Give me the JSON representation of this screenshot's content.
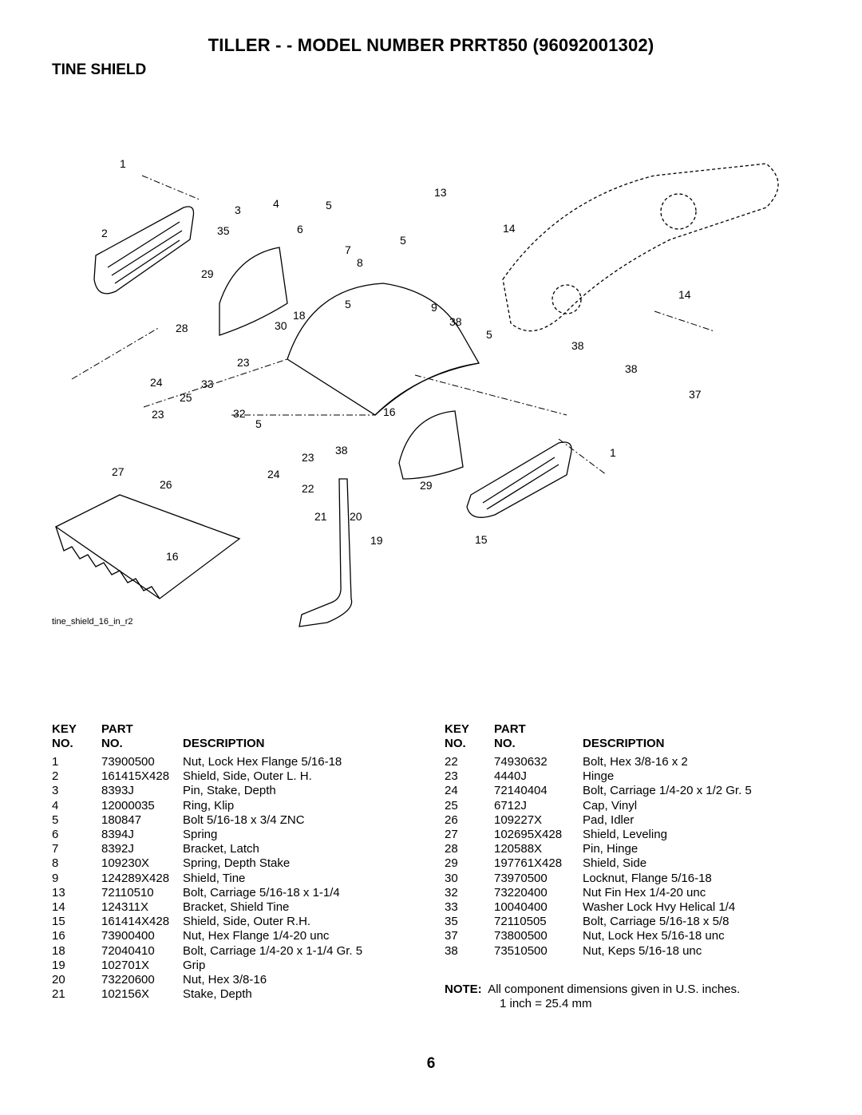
{
  "header": {
    "title": "TILLER - - MODEL NUMBER  PRRT850  (96092001302)",
    "section": "TINE SHIELD"
  },
  "diagram": {
    "caption": "tine_shield_16_in_r2",
    "callouts": [
      "1",
      "2",
      "3",
      "4",
      "5",
      "35",
      "6",
      "7",
      "8",
      "5",
      "29",
      "18",
      "5",
      "9",
      "28",
      "30",
      "23",
      "24",
      "33",
      "25",
      "32",
      "5",
      "23",
      "16",
      "23",
      "38",
      "27",
      "26",
      "24",
      "22",
      "21",
      "20",
      "19",
      "16",
      "13",
      "14",
      "14",
      "38",
      "5",
      "38",
      "38",
      "37",
      "1",
      "29",
      "15"
    ]
  },
  "table_headers": {
    "key": "KEY",
    "no": "NO.",
    "part": "PART",
    "part_no": "NO.",
    "description": "DESCRIPTION"
  },
  "parts_left": [
    {
      "key": "1",
      "part": "73900500",
      "desc": "Nut, Lock Hex Flange  5/16-18"
    },
    {
      "key": "2",
      "part": "161415X428",
      "desc": "Shield, Side, Outer L. H."
    },
    {
      "key": "3",
      "part": "8393J",
      "desc": "Pin, Stake, Depth"
    },
    {
      "key": "4",
      "part": "12000035",
      "desc": "Ring, Klip"
    },
    {
      "key": "5",
      "part": "180847",
      "desc": "Bolt 5/16-18 x 3/4 ZNC"
    },
    {
      "key": "6",
      "part": "8394J",
      "desc": "Spring"
    },
    {
      "key": "7",
      "part": "8392J",
      "desc": "Bracket, Latch"
    },
    {
      "key": "8",
      "part": "109230X",
      "desc": "Spring, Depth Stake"
    },
    {
      "key": "9",
      "part": "124289X428",
      "desc": "Shield, Tine"
    },
    {
      "key": "13",
      "part": "72110510",
      "desc": "Bolt, Carriage  5/16-18 x 1-1/4"
    },
    {
      "key": "14",
      "part": "124311X",
      "desc": "Bracket, Shield Tine"
    },
    {
      "key": "15",
      "part": "161414X428",
      "desc": "Shield, Side, Outer R.H."
    },
    {
      "key": "16",
      "part": "73900400",
      "desc": "Nut, Hex Flange 1/4-20 unc"
    },
    {
      "key": "18",
      "part": "72040410",
      "desc": "Bolt, Carriage  1/4-20 x 1-1/4 Gr. 5"
    },
    {
      "key": "19",
      "part": "102701X",
      "desc": "Grip"
    },
    {
      "key": "20",
      "part": "73220600",
      "desc": "Nut, Hex  3/8-16"
    },
    {
      "key": "21",
      "part": "102156X",
      "desc": "Stake, Depth"
    }
  ],
  "parts_right": [
    {
      "key": "22",
      "part": "74930632",
      "desc": "Bolt, Hex  3/8-16 x 2"
    },
    {
      "key": "23",
      "part": "4440J",
      "desc": "Hinge"
    },
    {
      "key": "24",
      "part": "72140404",
      "desc": "Bolt, Carriage  1/4-20 x 1/2 Gr. 5"
    },
    {
      "key": "25",
      "part": "6712J",
      "desc": "Cap, Vinyl"
    },
    {
      "key": "26",
      "part": "109227X",
      "desc": "Pad, Idler"
    },
    {
      "key": "27",
      "part": "102695X428",
      "desc": "Shield, Leveling"
    },
    {
      "key": "28",
      "part": "120588X",
      "desc": "Pin, Hinge"
    },
    {
      "key": "29",
      "part": "197761X428",
      "desc": "Shield, Side"
    },
    {
      "key": "30",
      "part": "73970500",
      "desc": "Locknut, Flange  5/16-18"
    },
    {
      "key": "32",
      "part": "73220400",
      "desc": "Nut Fin Hex  1/4-20 unc"
    },
    {
      "key": "33",
      "part": "10040400",
      "desc": "Washer Lock Hvy Helical  1/4"
    },
    {
      "key": "35",
      "part": "72110505",
      "desc": "Bolt, Carriage 5/16-18 x 5/8"
    },
    {
      "key": "37",
      "part": "73800500",
      "desc": "Nut, Lock Hex 5/16-18 unc"
    },
    {
      "key": "38",
      "part": "73510500",
      "desc": "Nut, Keps 5/16-18 unc"
    }
  ],
  "note": {
    "label": "NOTE:",
    "line1": "All component dimensions given in U.S. inches.",
    "line2": "1 inch = 25.4 mm"
  },
  "page_number": "6"
}
